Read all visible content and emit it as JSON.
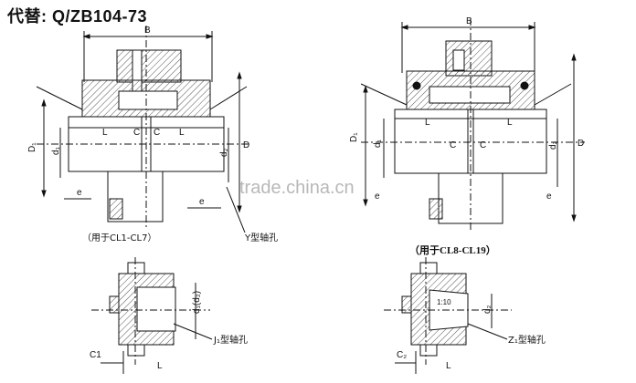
{
  "header": {
    "title": "代替:  Q/ZB104-73"
  },
  "watermark": "trade.china.cn",
  "view_a": {
    "caption": "（用于CL1-CL7）",
    "dim_B": "B",
    "dim_L": "L",
    "dim_C": "C",
    "dim_D": "D",
    "dim_D1": "D₁",
    "dim_d1": "d₁",
    "dim_d2": "d₂",
    "dim_e": "e",
    "bore_label": "Y型轴孔"
  },
  "view_b": {
    "caption": "（用于CL8-CL19）",
    "dim_B": "B",
    "dim_L": "L",
    "dim_C": "C",
    "dim_D": "D",
    "dim_D1": "D₁",
    "dim_d1": "d₁",
    "dim_d2": "d₂",
    "dim_e": "e"
  },
  "view_c": {
    "dim_d1d2": "d₁(d₂)",
    "dim_C1": "C1",
    "dim_L": "L",
    "bore_label": "J₁型轴孔"
  },
  "view_d": {
    "dim_d2": "d₂",
    "dim_C2": "C₂",
    "dim_L": "L",
    "taper": "1:10",
    "bore_label": "Z₁型轴孔"
  },
  "colors": {
    "line": "#111111",
    "hatch": "#555555",
    "watermark": "#b8b8b8"
  }
}
